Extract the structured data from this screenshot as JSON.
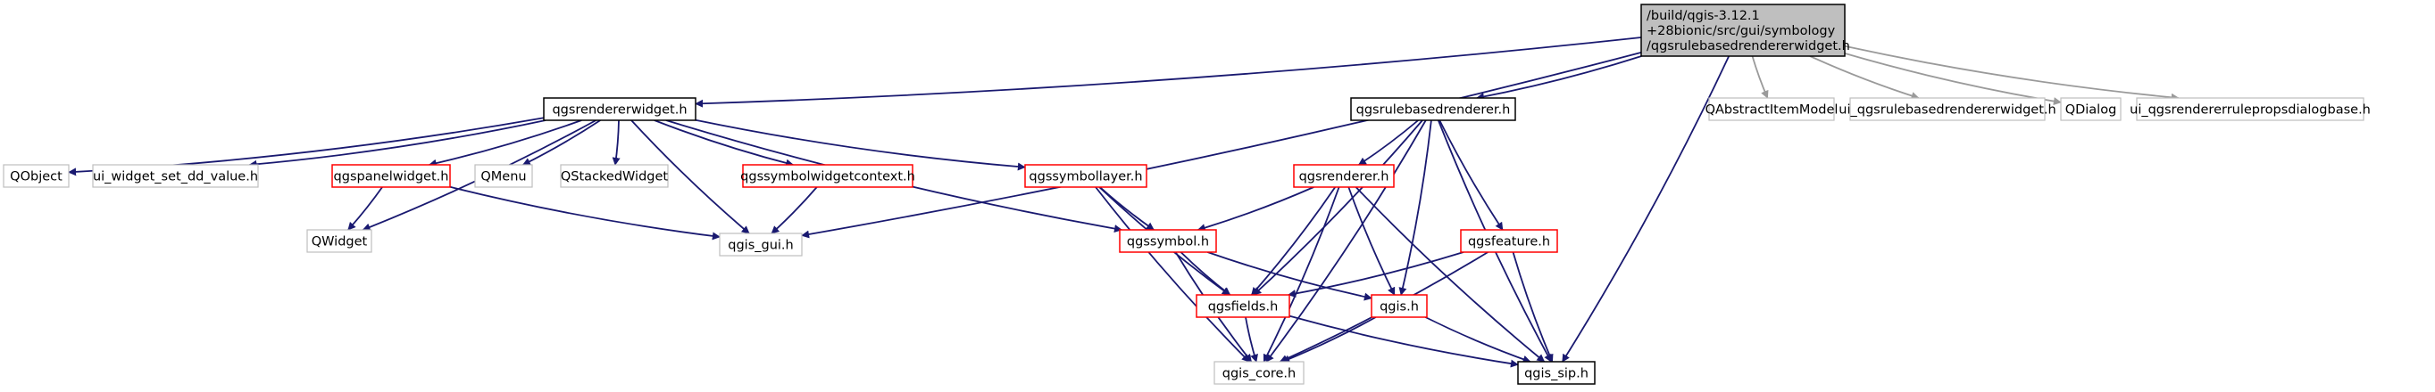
{
  "diagram": {
    "colors": {
      "edge": "#191970",
      "edge_external": "#9a9a9a",
      "root_fill": "#bfbfbf",
      "box_documented": "#000000",
      "box_incomplete": "#ff0000",
      "box_external": "#bfbfbf"
    },
    "nodes": [
      {
        "id": "root",
        "kind": "root",
        "lines": [
          "/build/qgis-3.12.1",
          "+28bionic/src/gui/symbology",
          "/qgsrulebasedrendererwidget.h"
        ]
      },
      {
        "id": "qgsrendererwidget",
        "kind": "documented",
        "lines": [
          "qgsrendererwidget.h"
        ]
      },
      {
        "id": "qgsrulebasedrenderer",
        "kind": "documented",
        "lines": [
          "qgsrulebasedrenderer.h"
        ]
      },
      {
        "id": "qabstractitemmodel",
        "kind": "external",
        "lines": [
          "QAbstractItemModel"
        ]
      },
      {
        "id": "ui_qgsrulebasedrendererwidget",
        "kind": "external",
        "lines": [
          "ui_qgsrulebasedrendererwidget.h"
        ]
      },
      {
        "id": "qdialog",
        "kind": "external",
        "lines": [
          "QDialog"
        ]
      },
      {
        "id": "ui_qgsrendererrulepropsdialogbase",
        "kind": "external",
        "lines": [
          "ui_qgsrendererrulepropsdialogbase.h"
        ]
      },
      {
        "id": "qobject",
        "kind": "external",
        "lines": [
          "QObject"
        ]
      },
      {
        "id": "ui_widget_set_dd_value",
        "kind": "external",
        "lines": [
          "ui_widget_set_dd_value.h"
        ]
      },
      {
        "id": "qgspanelwidget",
        "kind": "incomplete",
        "lines": [
          "qgspanelwidget.h"
        ]
      },
      {
        "id": "qmenu",
        "kind": "external",
        "lines": [
          "QMenu"
        ]
      },
      {
        "id": "qstackedwidget",
        "kind": "external",
        "lines": [
          "QStackedWidget"
        ]
      },
      {
        "id": "qgssymbolwidgetcontext",
        "kind": "incomplete",
        "lines": [
          "qgssymbolwidgetcontext.h"
        ]
      },
      {
        "id": "qgssymbollayer",
        "kind": "incomplete",
        "lines": [
          "qgssymbollayer.h"
        ]
      },
      {
        "id": "qgsrenderer",
        "kind": "incomplete",
        "lines": [
          "qgsrenderer.h"
        ]
      },
      {
        "id": "qgsfeature",
        "kind": "incomplete",
        "lines": [
          "qgsfeature.h"
        ]
      },
      {
        "id": "qwidget",
        "kind": "external",
        "lines": [
          "QWidget"
        ]
      },
      {
        "id": "qgis_gui",
        "kind": "external",
        "lines": [
          "qgis_gui.h"
        ]
      },
      {
        "id": "qgssymbol",
        "kind": "incomplete",
        "lines": [
          "qgssymbol.h"
        ]
      },
      {
        "id": "qgsfields",
        "kind": "incomplete",
        "lines": [
          "qgsfields.h"
        ]
      },
      {
        "id": "qgis",
        "kind": "incomplete",
        "lines": [
          "qgis.h"
        ]
      },
      {
        "id": "qgis_core",
        "kind": "external",
        "lines": [
          "qgis_core.h"
        ]
      },
      {
        "id": "qgis_sip",
        "kind": "documented",
        "lines": [
          "qgis_sip.h"
        ]
      }
    ],
    "edges": [
      {
        "from": "root",
        "to": "qgsrendererwidget",
        "style": "blue"
      },
      {
        "from": "root",
        "to": "qgsrulebasedrenderer",
        "style": "blue"
      },
      {
        "from": "root",
        "to": "qabstractitemmodel",
        "style": "gray"
      },
      {
        "from": "root",
        "to": "ui_qgsrulebasedrendererwidget",
        "style": "gray"
      },
      {
        "from": "root",
        "to": "qdialog",
        "style": "gray"
      },
      {
        "from": "root",
        "to": "ui_qgsrendererrulepropsdialogbase",
        "style": "gray"
      },
      {
        "from": "root",
        "to": "qgis_gui",
        "style": "blue"
      },
      {
        "from": "root",
        "to": "qgis_sip",
        "style": "blue"
      },
      {
        "from": "qgsrendererwidget",
        "to": "qobject",
        "style": "blue"
      },
      {
        "from": "qgsrendererwidget",
        "to": "ui_widget_set_dd_value",
        "style": "blue"
      },
      {
        "from": "qgsrendererwidget",
        "to": "qwidget",
        "style": "blue"
      },
      {
        "from": "qgsrendererwidget",
        "to": "qgspanelwidget",
        "style": "blue"
      },
      {
        "from": "qgsrendererwidget",
        "to": "qmenu",
        "style": "blue"
      },
      {
        "from": "qgsrendererwidget",
        "to": "qstackedwidget",
        "style": "blue"
      },
      {
        "from": "qgsrendererwidget",
        "to": "qgis_gui",
        "style": "blue"
      },
      {
        "from": "qgsrendererwidget",
        "to": "qgssymbolwidgetcontext",
        "style": "blue"
      },
      {
        "from": "qgsrendererwidget",
        "to": "qgssymbollayer",
        "style": "blue"
      },
      {
        "from": "qgsrendererwidget",
        "to": "qgssymbol",
        "style": "blue"
      },
      {
        "from": "qgspanelwidget",
        "to": "qwidget",
        "style": "blue"
      },
      {
        "from": "qgspanelwidget",
        "to": "qgis_gui",
        "style": "blue"
      },
      {
        "from": "qgssymbolwidgetcontext",
        "to": "qgis_gui",
        "style": "blue"
      },
      {
        "from": "qgssymbollayer",
        "to": "qgssymbol",
        "style": "blue"
      },
      {
        "from": "qgssymbollayer",
        "to": "qgsfields",
        "style": "blue"
      },
      {
        "from": "qgssymbollayer",
        "to": "qgis_core",
        "style": "blue"
      },
      {
        "from": "qgsrulebasedrenderer",
        "to": "qgis_core",
        "style": "blue"
      },
      {
        "from": "qgsrulebasedrenderer",
        "to": "qgsrenderer",
        "style": "blue"
      },
      {
        "from": "qgsrulebasedrenderer",
        "to": "qgsfields",
        "style": "blue"
      },
      {
        "from": "qgsrulebasedrenderer",
        "to": "qgsfeature",
        "style": "blue"
      },
      {
        "from": "qgsrulebasedrenderer",
        "to": "qgis",
        "style": "blue"
      },
      {
        "from": "qgsrulebasedrenderer",
        "to": "qgis_sip",
        "style": "blue"
      },
      {
        "from": "qgsrenderer",
        "to": "qgssymbol",
        "style": "blue"
      },
      {
        "from": "qgsrenderer",
        "to": "qgsfields",
        "style": "blue"
      },
      {
        "from": "qgsrenderer",
        "to": "qgis_core",
        "style": "blue"
      },
      {
        "from": "qgsrenderer",
        "to": "qgis",
        "style": "blue"
      },
      {
        "from": "qgsrenderer",
        "to": "qgis_sip",
        "style": "blue"
      },
      {
        "from": "qgssymbol",
        "to": "qgsfields",
        "style": "blue"
      },
      {
        "from": "qgssymbol",
        "to": "qgis_core",
        "style": "blue"
      },
      {
        "from": "qgssymbol",
        "to": "qgis",
        "style": "blue"
      },
      {
        "from": "qgsfeature",
        "to": "qgsfields",
        "style": "blue"
      },
      {
        "from": "qgsfeature",
        "to": "qgis_core",
        "style": "blue"
      },
      {
        "from": "qgsfeature",
        "to": "qgis_sip",
        "style": "blue"
      },
      {
        "from": "qgsfields",
        "to": "qgis_core",
        "style": "blue"
      },
      {
        "from": "qgsfields",
        "to": "qgis_sip",
        "style": "blue"
      },
      {
        "from": "qgis",
        "to": "qgis_core",
        "style": "blue"
      },
      {
        "from": "qgis",
        "to": "qgis_sip",
        "style": "blue"
      }
    ]
  }
}
